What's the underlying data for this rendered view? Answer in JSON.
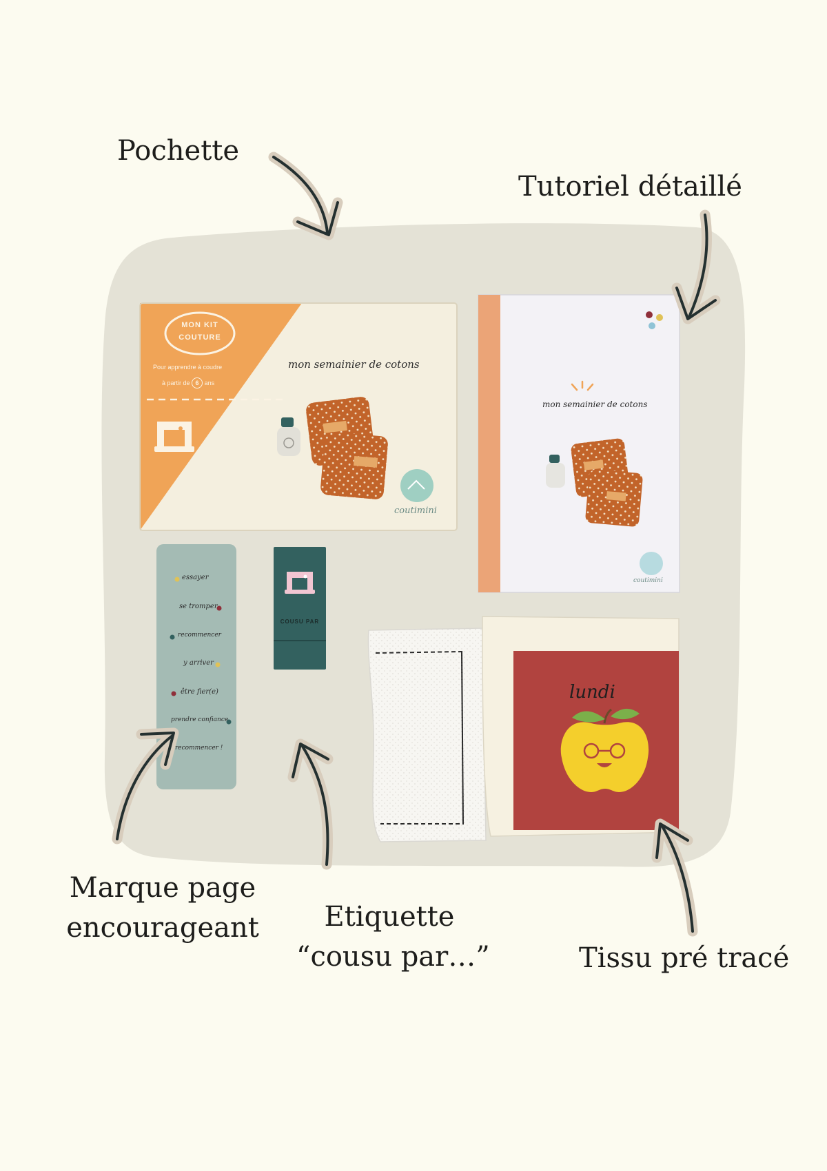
{
  "labels": {
    "pochette": "Pochette",
    "tutoriel": "Tutoriel détaillé",
    "marque_line1": "Marque page",
    "marque_line2": "encourageant",
    "etiquette_line1": "Etiquette",
    "etiquette_line2": "“cousu par…”",
    "tissu": "Tissu pré tracé"
  },
  "pouch": {
    "badge_line1": "MON KIT",
    "badge_line2": "COUTURE",
    "age_text": "Pour apprendre à coudre",
    "age_prefix": "à partir de",
    "age_value": "6",
    "age_suffix": "ans",
    "product_title": "mon semainier de cotons",
    "brand": "coutimini"
  },
  "booklet": {
    "product_title": "mon semainier de cotons",
    "brand": "coutimini"
  },
  "bookmark": {
    "lines": [
      "essayer",
      "se tromper",
      "recommencer",
      "y arriver",
      "être fier(e)",
      "prendre confiance",
      "recommencer !"
    ]
  },
  "tag": {
    "text": "COUSU PAR"
  },
  "fabric": {
    "day": "lundi"
  },
  "colors": {
    "background": "#fcfbf0",
    "blob": "#e4e2d6",
    "pouch_orange": "#f0a457",
    "cream": "#f4efdf",
    "cotton_brown": "#c2642a",
    "tag_teal": "#33615f",
    "bookmark_sage": "#a4bbb4",
    "fabric_red": "#b1433f",
    "apple_yellow": "#f4cf2c"
  }
}
